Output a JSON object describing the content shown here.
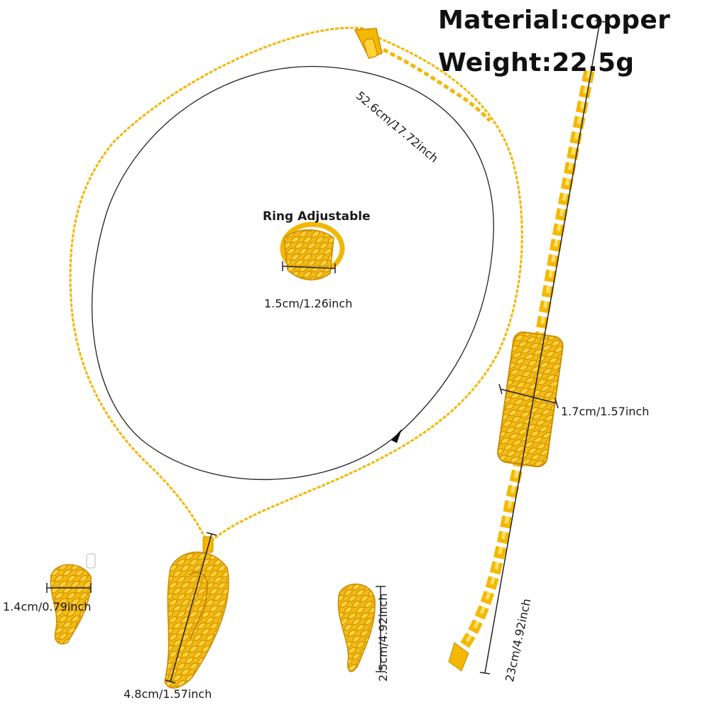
{
  "specs": {
    "material": "Material:copper",
    "weight": "Weight:22.5g"
  },
  "ring": {
    "title": "Ring Adjustable",
    "size": "1.5cm/1.26inch"
  },
  "necklace": {
    "length": "52.6cm/17.72inch",
    "pendant_size": "4.8cm/1.57inch"
  },
  "earring": {
    "width": "1.4cm/0.79inch",
    "height": "2.5cm/4.92inch"
  },
  "bracelet": {
    "width": "1.7cm/1.57inch",
    "length": "23cm/4.92inch"
  },
  "colors": {
    "gold": "#f2b705",
    "gold_dark": "#c98a00",
    "gold_light": "#ffd84a",
    "line": "#222222"
  }
}
